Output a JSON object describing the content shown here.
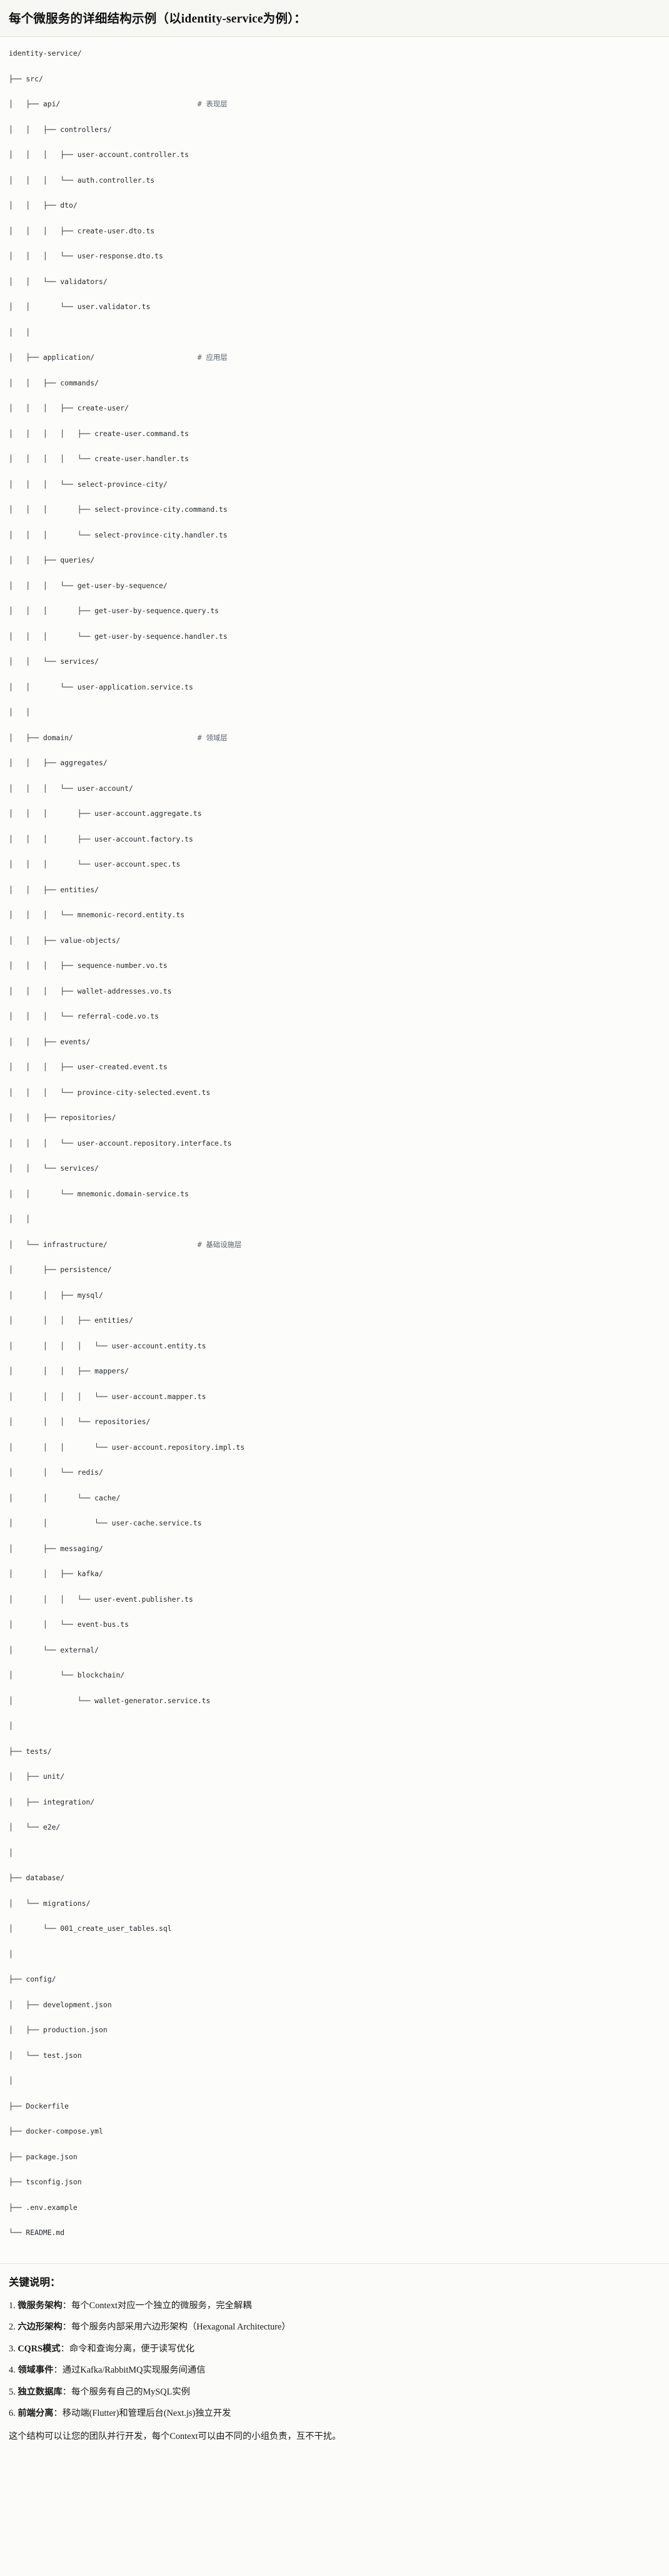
{
  "header": {
    "title": "每个微服务的详细结构示例（以identity-service为例）："
  },
  "tree": {
    "root": "identity-service/",
    "lines": [
      {
        "path": "identity-service/",
        "comment": ""
      },
      {
        "path": "├── src/",
        "comment": ""
      },
      {
        "path": "│   ├── api/",
        "comment": "# 表现层"
      },
      {
        "path": "│   │   ├── controllers/",
        "comment": ""
      },
      {
        "path": "│   │   │   ├── user-account.controller.ts",
        "comment": ""
      },
      {
        "path": "│   │   │   └── auth.controller.ts",
        "comment": ""
      },
      {
        "path": "│   │   ├── dto/",
        "comment": ""
      },
      {
        "path": "│   │   │   ├── create-user.dto.ts",
        "comment": ""
      },
      {
        "path": "│   │   │   └── user-response.dto.ts",
        "comment": ""
      },
      {
        "path": "│   │   └── validators/",
        "comment": ""
      },
      {
        "path": "│   │       └── user.validator.ts",
        "comment": ""
      },
      {
        "path": "│   │",
        "comment": ""
      },
      {
        "path": "│   ├── application/",
        "comment": "# 应用层"
      },
      {
        "path": "│   │   ├── commands/",
        "comment": ""
      },
      {
        "path": "│   │   │   ├── create-user/",
        "comment": ""
      },
      {
        "path": "│   │   │   │   ├── create-user.command.ts",
        "comment": ""
      },
      {
        "path": "│   │   │   │   └── create-user.handler.ts",
        "comment": ""
      },
      {
        "path": "│   │   │   └── select-province-city/",
        "comment": ""
      },
      {
        "path": "│   │   │       ├── select-province-city.command.ts",
        "comment": ""
      },
      {
        "path": "│   │   │       └── select-province-city.handler.ts",
        "comment": ""
      },
      {
        "path": "│   │   ├── queries/",
        "comment": ""
      },
      {
        "path": "│   │   │   └── get-user-by-sequence/",
        "comment": ""
      },
      {
        "path": "│   │   │       ├── get-user-by-sequence.query.ts",
        "comment": ""
      },
      {
        "path": "│   │   │       └── get-user-by-sequence.handler.ts",
        "comment": ""
      },
      {
        "path": "│   │   └── services/",
        "comment": ""
      },
      {
        "path": "│   │       └── user-application.service.ts",
        "comment": ""
      },
      {
        "path": "│   │",
        "comment": ""
      },
      {
        "path": "│   ├── domain/",
        "comment": "# 领域层"
      },
      {
        "path": "│   │   ├── aggregates/",
        "comment": ""
      },
      {
        "path": "│   │   │   └── user-account/",
        "comment": ""
      },
      {
        "path": "│   │   │       ├── user-account.aggregate.ts",
        "comment": ""
      },
      {
        "path": "│   │   │       ├── user-account.factory.ts",
        "comment": ""
      },
      {
        "path": "│   │   │       └── user-account.spec.ts",
        "comment": ""
      },
      {
        "path": "│   │   ├── entities/",
        "comment": ""
      },
      {
        "path": "│   │   │   └── mnemonic-record.entity.ts",
        "comment": ""
      },
      {
        "path": "│   │   ├── value-objects/",
        "comment": ""
      },
      {
        "path": "│   │   │   ├── sequence-number.vo.ts",
        "comment": ""
      },
      {
        "path": "│   │   │   ├── wallet-addresses.vo.ts",
        "comment": ""
      },
      {
        "path": "│   │   │   └── referral-code.vo.ts",
        "comment": ""
      },
      {
        "path": "│   │   ├── events/",
        "comment": ""
      },
      {
        "path": "│   │   │   ├── user-created.event.ts",
        "comment": ""
      },
      {
        "path": "│   │   │   └── province-city-selected.event.ts",
        "comment": ""
      },
      {
        "path": "│   │   ├── repositories/",
        "comment": ""
      },
      {
        "path": "│   │   │   └── user-account.repository.interface.ts",
        "comment": ""
      },
      {
        "path": "│   │   └── services/",
        "comment": ""
      },
      {
        "path": "│   │       └── mnemonic.domain-service.ts",
        "comment": ""
      },
      {
        "path": "│   │",
        "comment": ""
      },
      {
        "path": "│   └── infrastructure/",
        "comment": "# 基础设施层"
      },
      {
        "path": "│       ├── persistence/",
        "comment": ""
      },
      {
        "path": "│       │   ├── mysql/",
        "comment": ""
      },
      {
        "path": "│       │   │   ├── entities/",
        "comment": ""
      },
      {
        "path": "│       │   │   │   └── user-account.entity.ts",
        "comment": ""
      },
      {
        "path": "│       │   │   ├── mappers/",
        "comment": ""
      },
      {
        "path": "│       │   │   │   └── user-account.mapper.ts",
        "comment": ""
      },
      {
        "path": "│       │   │   └── repositories/",
        "comment": ""
      },
      {
        "path": "│       │   │       └── user-account.repository.impl.ts",
        "comment": ""
      },
      {
        "path": "│       │   └── redis/",
        "comment": ""
      },
      {
        "path": "│       │       └── cache/",
        "comment": ""
      },
      {
        "path": "│       │           └── user-cache.service.ts",
        "comment": ""
      },
      {
        "path": "│       ├── messaging/",
        "comment": ""
      },
      {
        "path": "│       │   ├── kafka/",
        "comment": ""
      },
      {
        "path": "│       │   │   └── user-event.publisher.ts",
        "comment": ""
      },
      {
        "path": "│       │   └── event-bus.ts",
        "comment": ""
      },
      {
        "path": "│       └── external/",
        "comment": ""
      },
      {
        "path": "│           └── blockchain/",
        "comment": ""
      },
      {
        "path": "│               └── wallet-generator.service.ts",
        "comment": ""
      },
      {
        "path": "│",
        "comment": ""
      },
      {
        "path": "├── tests/",
        "comment": ""
      },
      {
        "path": "│   ├── unit/",
        "comment": ""
      },
      {
        "path": "│   ├── integration/",
        "comment": ""
      },
      {
        "path": "│   └── e2e/",
        "comment": ""
      },
      {
        "path": "│",
        "comment": ""
      },
      {
        "path": "├── database/",
        "comment": ""
      },
      {
        "path": "│   └── migrations/",
        "comment": ""
      },
      {
        "path": "│       └── 001_create_user_tables.sql",
        "comment": ""
      },
      {
        "path": "│",
        "comment": ""
      },
      {
        "path": "├── config/",
        "comment": ""
      },
      {
        "path": "│   ├── development.json",
        "comment": ""
      },
      {
        "path": "│   ├── production.json",
        "comment": ""
      },
      {
        "path": "│   └── test.json",
        "comment": ""
      },
      {
        "path": "│",
        "comment": ""
      },
      {
        "path": "├── Dockerfile",
        "comment": ""
      },
      {
        "path": "├── docker-compose.yml",
        "comment": ""
      },
      {
        "path": "├── package.json",
        "comment": ""
      },
      {
        "path": "├── tsconfig.json",
        "comment": ""
      },
      {
        "path": "├── .env.example",
        "comment": ""
      },
      {
        "path": "└── README.md",
        "comment": ""
      }
    ]
  },
  "keypoints": {
    "title": "关键说明：",
    "items": [
      {
        "term": "微服务架构",
        "sep": "：",
        "desc": "每个Context对应一个独立的微服务，完全解耦"
      },
      {
        "term": "六边形架构",
        "sep": "：",
        "desc": "每个服务内部采用六边形架构（Hexagonal Architecture）"
      },
      {
        "term": "CQRS模式",
        "sep": "：",
        "desc": "命令和查询分离，便于读写优化"
      },
      {
        "term": "领域事件",
        "sep": "：",
        "desc": "通过Kafka/RabbitMQ实现服务间通信"
      },
      {
        "term": "独立数据库",
        "sep": "：",
        "desc": "每个服务有自己的MySQL实例"
      },
      {
        "term": "前端分离",
        "sep": "：",
        "desc": "移动端(Flutter)和管理后台(Next.js)独立开发"
      }
    ],
    "footer": "这个结构可以让您的团队并行开发，每个Context可以由不同的小组负责，互不干扰。"
  },
  "colors": {
    "page_bg": "#fbfbf9",
    "header_bg": "#f7f7f3",
    "code_bg": "#fcfcfa",
    "text": "#1a1a1a",
    "code_text": "#24292e",
    "comment_text": "#57606a",
    "rule": "#e2e2dc"
  }
}
